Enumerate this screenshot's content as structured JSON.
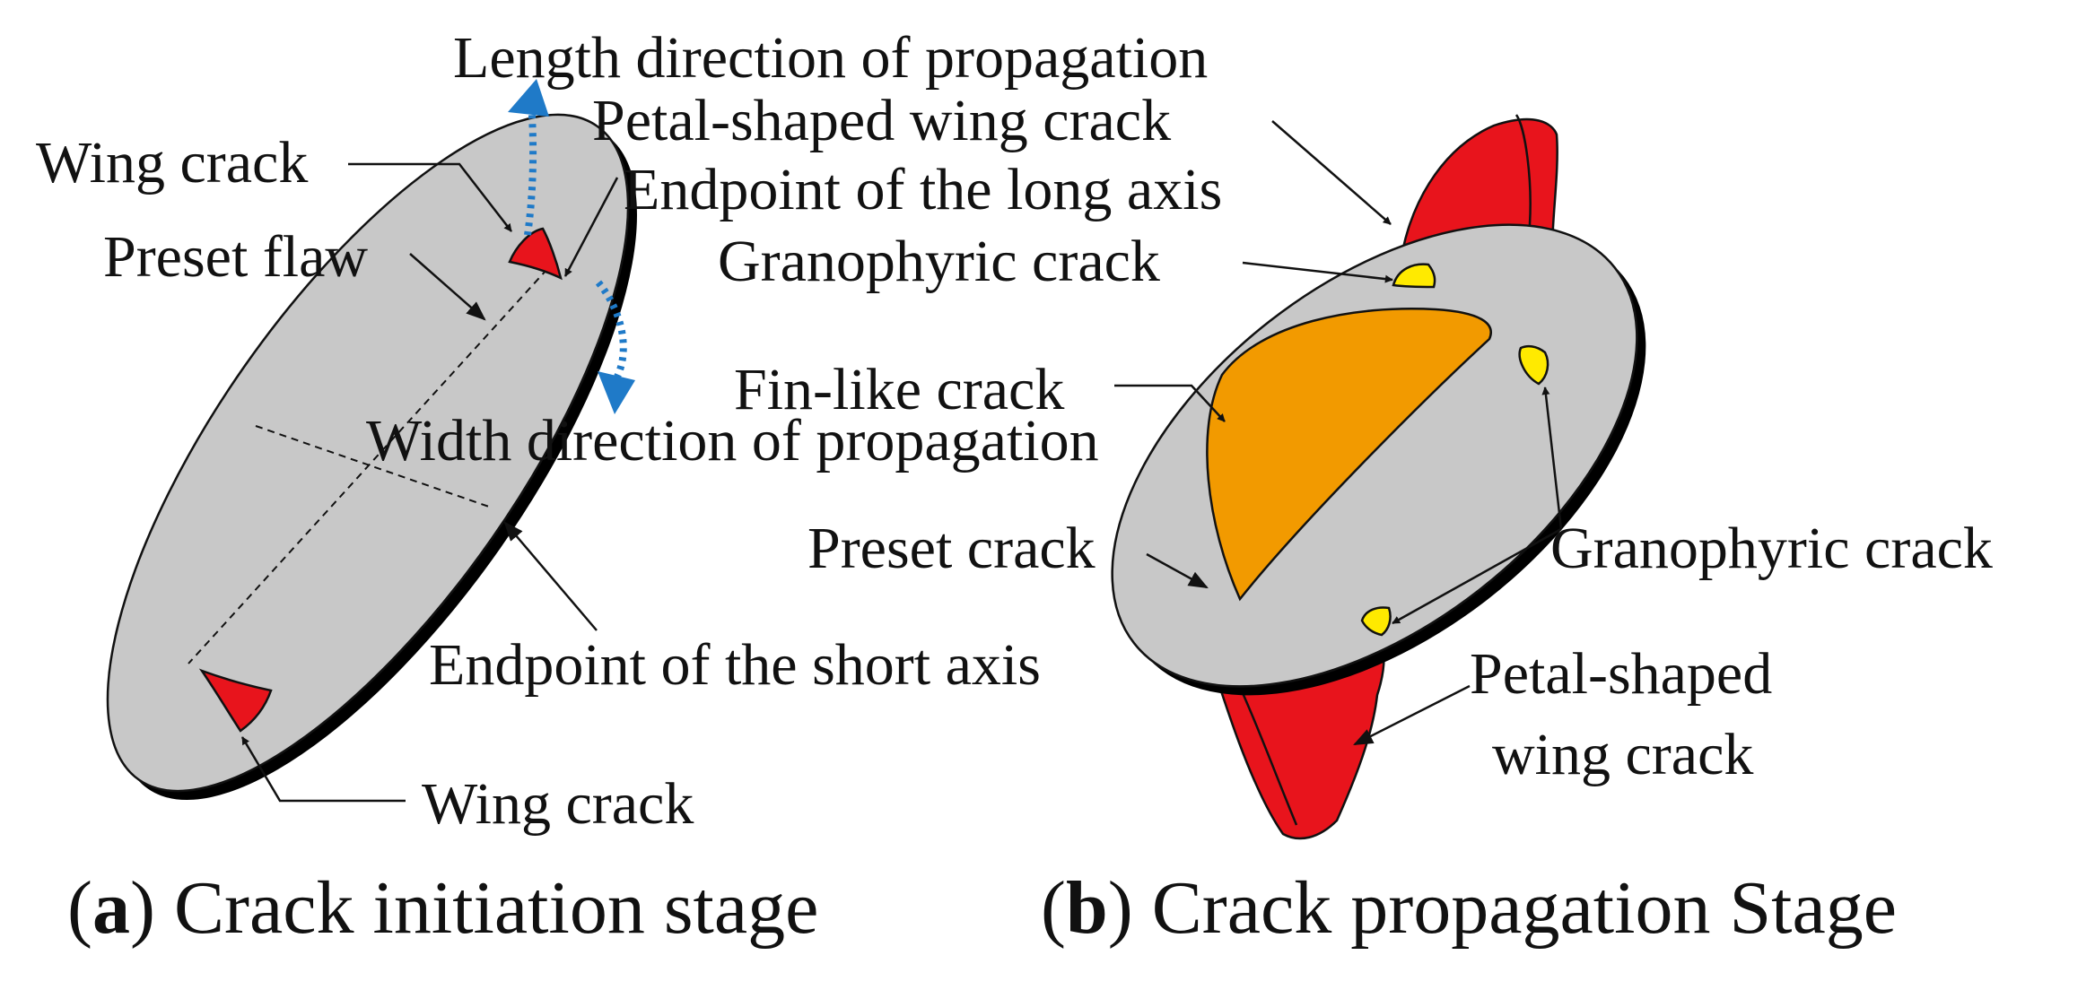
{
  "colors": {
    "flaw_gray": "#c8c8c8",
    "edge_black": "#000000",
    "wing_red": "#e8141c",
    "fin_orange": "#f29a00",
    "granophyric_yellow": "#ffea00",
    "arrow_blue": "#1f7ac8",
    "text": "#111111"
  },
  "icons": {
    "propagation_arrow": "dotted-blue-arrow-icon",
    "leader_arrow": "black-arrowhead-icon"
  },
  "panel_a": {
    "caption_letter": "a",
    "caption_text": "Crack initiation stage",
    "labels": {
      "length_direction": "Length direction of propagation",
      "wing_crack_top": "Wing crack",
      "endpoint_long_axis": "Endpoint of the long axis",
      "preset_flaw": "Preset flaw",
      "width_direction": "Width direction of propagation",
      "endpoint_short_axis": "Endpoint of the short axis",
      "wing_crack_bottom": "Wing crack"
    }
  },
  "panel_b": {
    "caption_letter": "b",
    "caption_text": "Crack propagation Stage",
    "labels": {
      "petal_wing_top": "Petal-shaped wing crack",
      "granophyric_top": "Granophyric crack",
      "fin_like": "Fin-like crack",
      "preset_crack": "Preset crack",
      "granophyric_right": "Granophyric crack",
      "petal_wing_bottom_line1": "Petal-shaped",
      "petal_wing_bottom_line2": "wing crack"
    }
  }
}
